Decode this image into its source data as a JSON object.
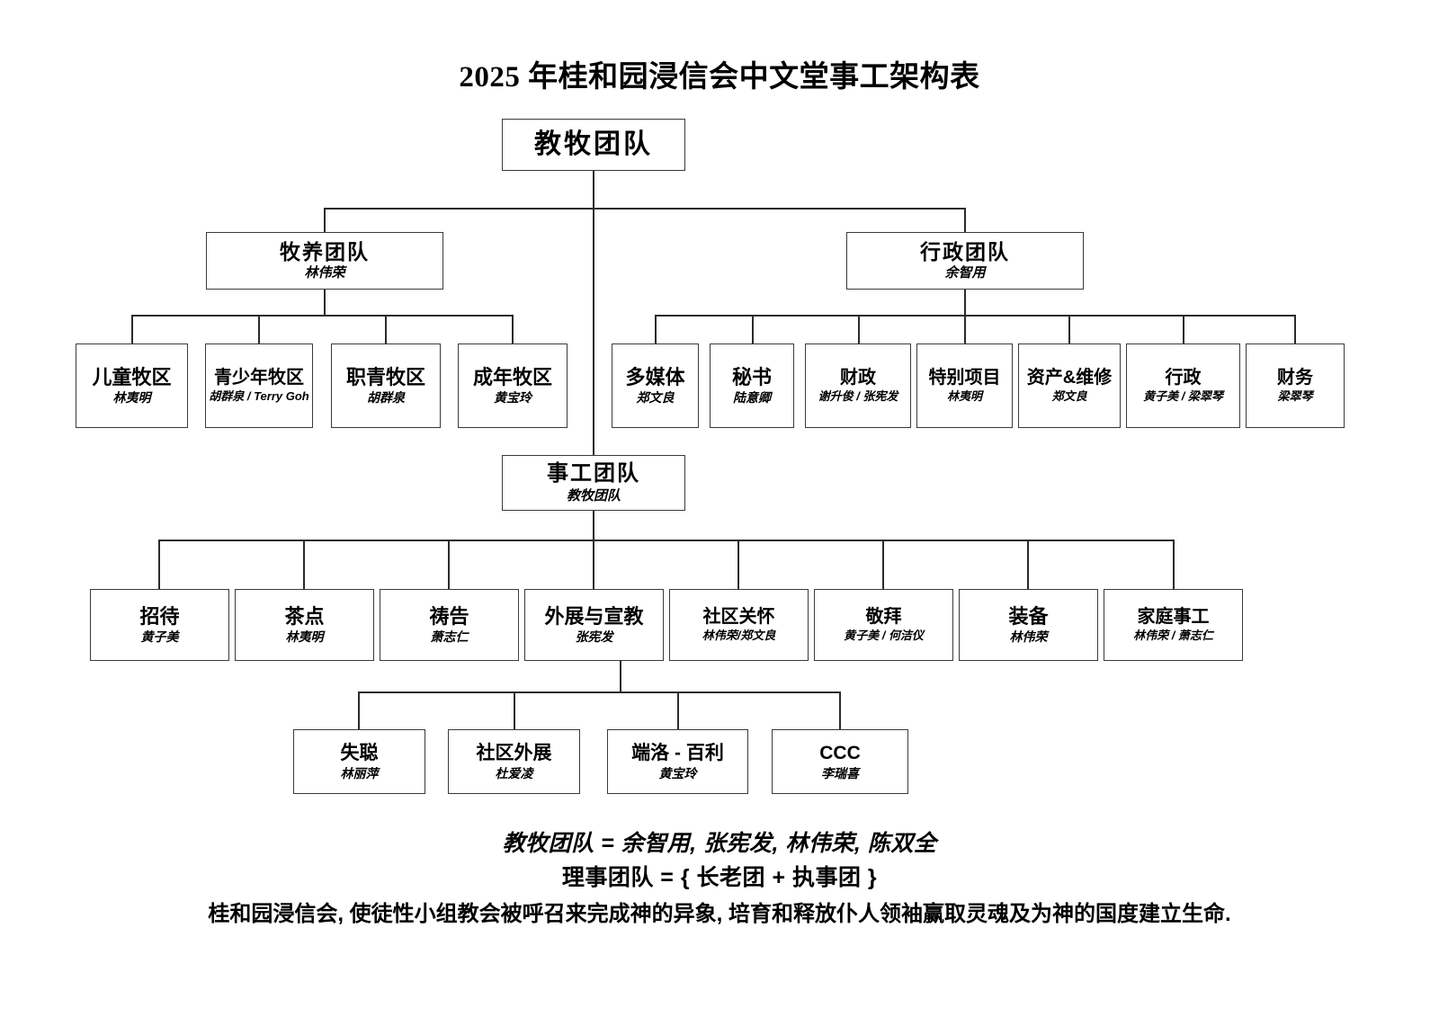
{
  "title": "2025 年桂和园浸信会中文堂事工架构表",
  "root": {
    "label": "教牧团队"
  },
  "level1": [
    {
      "label": "牧养团队",
      "person": "林伟荣"
    },
    {
      "label": "行政团队",
      "person": "余智用"
    }
  ],
  "pastoral_children": [
    {
      "label": "儿童牧区",
      "person": "林夷明"
    },
    {
      "label": "青少年牧区",
      "person": "胡群泉 / Terry Goh"
    },
    {
      "label": "职青牧区",
      "person": "胡群泉"
    },
    {
      "label": "成年牧区",
      "person": "黄宝玲"
    }
  ],
  "admin_children": [
    {
      "label": "多媒体",
      "person": "郑文良"
    },
    {
      "label": "秘书",
      "person": "陆意卿"
    },
    {
      "label": "财政",
      "person": "谢升俊 / 张宪发"
    },
    {
      "label": "特别项目",
      "person": "林夷明"
    },
    {
      "label": "资产&维修",
      "person": "郑文良"
    },
    {
      "label": "行政",
      "person": "黄子美 / 梁翠琴"
    },
    {
      "label": "财务",
      "person": "梁翠琴"
    }
  ],
  "service": {
    "label": "事工团队",
    "person": "教牧团队"
  },
  "ministries": [
    {
      "label": "招待",
      "person": "黄子美"
    },
    {
      "label": "茶点",
      "person": "林夷明"
    },
    {
      "label": "祷告",
      "person": "萧志仁"
    },
    {
      "label": "外展与宣教",
      "person": "张宪发"
    },
    {
      "label": "社区关怀",
      "person": "林伟荣/郑文良"
    },
    {
      "label": "敬拜",
      "person": "黄子美 / 何洁仪"
    },
    {
      "label": "装备",
      "person": "林伟荣"
    },
    {
      "label": "家庭事工",
      "person": "林伟荣 / 萧志仁"
    }
  ],
  "outreach_children": [
    {
      "label": "失聪",
      "person": "林丽萍"
    },
    {
      "label": "社区外展",
      "person": "杜爱凌"
    },
    {
      "label": "端洛 - 百利",
      "person": "黄宝玲"
    },
    {
      "label": "CCC",
      "person": "李瑞喜"
    }
  ],
  "footnotes": {
    "line1": "教牧团队 = 余智用, 张宪发, 林伟荣, 陈双全",
    "line2": "理事团队 = { 长老团 + 执事团 }",
    "line3": "桂和园浸信会, 使徒性小组教会被呼召来完成神的异象, 培育和释放仆人领袖赢取灵魂及为神的国度建立生命."
  },
  "colors": {
    "border": "#3a3a3a",
    "line": "#2b2b2b",
    "background": "#ffffff",
    "text": "#000000"
  }
}
